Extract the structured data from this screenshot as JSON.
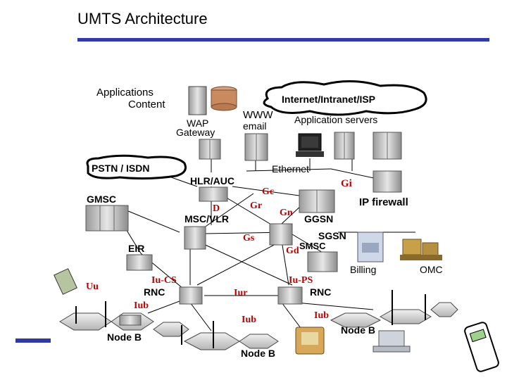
{
  "slide": {
    "title": "UMTS Architecture"
  },
  "colors": {
    "accent_bar": "#2f3aa8",
    "interface_label": "#c00000",
    "equipment": "#c8c8c8"
  },
  "nodes": {
    "applications_line1": "Applications",
    "applications_line2": "Content",
    "internet": "Internet/Intranet/ISP",
    "www": "WWW",
    "email": "email",
    "app_servers": "Application servers",
    "wap_line1": "WAP",
    "wap_line2": "Gateway",
    "pstn": "PSTN / ISDN",
    "ethernet": "Ethernet",
    "hlr": "HLR/AUC",
    "gmsc": "GMSC",
    "ip_firewall": "IP firewall",
    "msc_vlr": "MSC/VLR",
    "ggsn": "GGSN",
    "sgsn": "SGSN",
    "smsc": "SMSC",
    "eir": "EIR",
    "billing": "Billing",
    "omc": "OMC",
    "rnc_left": "RNC",
    "rnc_right": "RNC",
    "nodeb_left": "Node B",
    "nodeb_center": "Node B",
    "nodeb_right": "Node B"
  },
  "interfaces": {
    "gi": "Gi",
    "gc": "Gc",
    "d": "D",
    "gr": "Gr",
    "gn": "Gn",
    "gs": "Gs",
    "gd": "Gd",
    "iu_cs": "Iu-CS",
    "iu_ps": "Iu-PS",
    "uu": "Uu",
    "iur": "Iur",
    "iub_left": "Iub",
    "iub_center": "Iub",
    "iub_right": "Iub"
  }
}
